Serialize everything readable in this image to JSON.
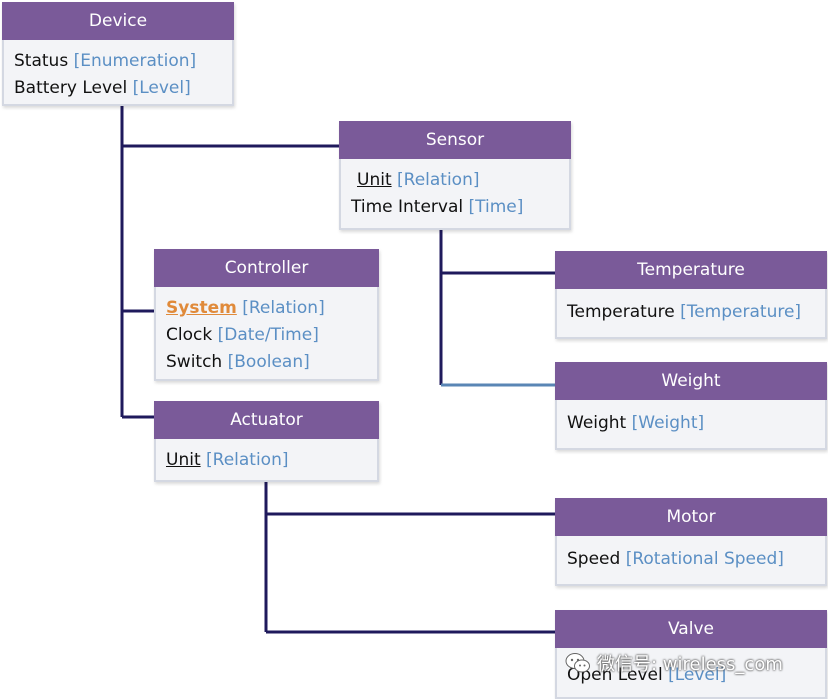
{
  "colors": {
    "header": "#7a5a99",
    "header_text": "#ffffff",
    "body_bg": "#f3f4f7",
    "type_text": "#5b8fc4",
    "highlight": "#e08a3a",
    "connector": "#1f1a5c"
  },
  "nodes": {
    "device": {
      "title": "Device",
      "props": [
        {
          "name": "Status",
          "type": "[Enumeration]"
        },
        {
          "name": "Battery Level",
          "type": "[Level]"
        }
      ]
    },
    "sensor": {
      "title": "Sensor",
      "props": [
        {
          "name": "Unit",
          "type": "[Relation]"
        },
        {
          "name": "Time Interval",
          "type": "[Time]"
        }
      ]
    },
    "controller": {
      "title": "Controller",
      "props": [
        {
          "name": "System",
          "type": "[Relation]"
        },
        {
          "name": "Clock",
          "type": "[Date/Time]"
        },
        {
          "name": "Switch",
          "type": "[Boolean]"
        }
      ]
    },
    "actuator": {
      "title": "Actuator",
      "props": [
        {
          "name": "Unit",
          "type": "[Relation]"
        }
      ]
    },
    "temperature": {
      "title": "Temperature",
      "props": [
        {
          "name": "Temperature",
          "type": "[Temperature]"
        }
      ]
    },
    "weight": {
      "title": "Weight",
      "props": [
        {
          "name": "Weight",
          "type": "[Weight]"
        }
      ]
    },
    "motor": {
      "title": "Motor",
      "props": [
        {
          "name": "Speed",
          "type": "[Rotational Speed]"
        }
      ]
    },
    "valve": {
      "title": "Valve",
      "props": [
        {
          "name": "Open Level",
          "type": "[Level]"
        }
      ]
    }
  },
  "watermark": {
    "text": "微信号: wireless_com",
    "icon": "wechat-icon"
  }
}
